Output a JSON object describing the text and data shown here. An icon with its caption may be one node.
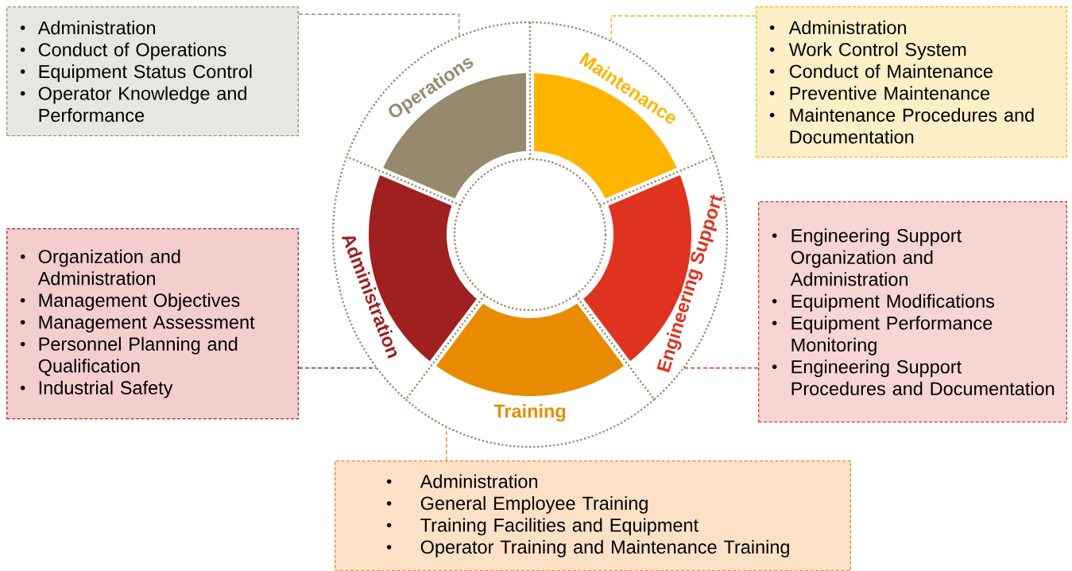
{
  "diagram": {
    "nodes": [
      {
        "text": [
          "Operations"
        ]
      },
      {
        "text": [
          "Maintenance"
        ]
      },
      {
        "text": [
          "Engineering Support"
        ]
      },
      {
        "text": [
          "Training"
        ]
      },
      {
        "text": [
          "Administration"
        ]
      },
      {
        "text": [
          "Administration",
          "Conduct of Operations",
          "Equipment Status Control",
          "Operator Knowledge and Performance"
        ]
      },
      {
        "text": [
          "Administration",
          "Work Control System",
          "Conduct of Maintenance",
          "Preventive Maintenance",
          "Maintenance Procedures and Documentation"
        ]
      },
      {
        "text": [
          "Engineering Support Organization and Administration",
          "Equipment Modifications",
          "Equipment Performance Monitoring",
          "Engineering Support Procedures and Documentation"
        ]
      },
      {
        "text": [
          "Organization and Administration",
          "Management Objectives",
          "Management Assessment",
          "Personnel Planning and Qualification",
          "Industrial Safety"
        ]
      },
      {
        "text": [
          "Administration",
          "General Employee Training",
          "Training Facilities and Equipment",
          "Operator Training and Maintenance Training"
        ]
      }
    ],
    "edges": [
      {
        "from": 5,
        "to": 0,
        "arrow": "none",
        "style": "dashed",
        "color": "#9a8f75"
      },
      {
        "from": 6,
        "to": 1,
        "arrow": "none",
        "style": "dashed",
        "color": "#f5b700"
      },
      {
        "from": 7,
        "to": 2,
        "arrow": "none",
        "style": "dashed",
        "color": "#e03428"
      },
      {
        "from": 8,
        "to": 4,
        "arrow": "none",
        "style": "dashed",
        "color": "#b0262b"
      },
      {
        "from": 9,
        "to": 3,
        "arrow": "none",
        "style": "dashed",
        "color": "#e08a1e"
      }
    ]
  }
}
